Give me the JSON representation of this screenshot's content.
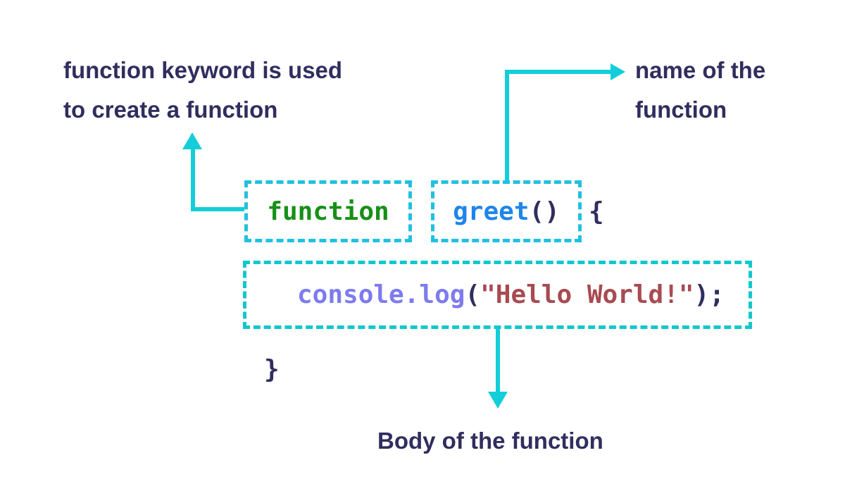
{
  "colors": {
    "bg": "#ffffff",
    "navy": "#302e5e",
    "cyan": "#13ced9",
    "dash-blue": "#21c0e2",
    "dash-teal": "#12c7cd",
    "green": "#169016",
    "blue": "#1f85ea",
    "purple": "#7d7bee",
    "red": "#a84a51"
  },
  "annotations": {
    "keyword": {
      "line1": "function keyword is used",
      "line2": "to create a function"
    },
    "name": {
      "line1": "name of the",
      "line2": "function"
    },
    "body": {
      "label": "Body of the function"
    }
  },
  "code": {
    "keyword": "function",
    "function_name": "greet",
    "parens": "()",
    "open_brace": "{",
    "close_brace": "}",
    "body": {
      "method": "console.log",
      "open_paren": "(",
      "string_arg": "\"Hello World!\"",
      "close_paren_semicolon": ");"
    }
  }
}
